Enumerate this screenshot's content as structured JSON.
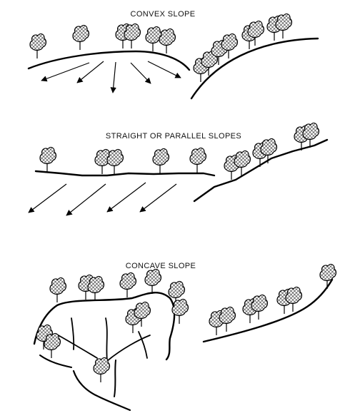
{
  "sections": {
    "convex": {
      "title": "CONVEX SLOPE"
    },
    "straight": {
      "title": "STRAIGHT OR PARALLEL SLOPES"
    },
    "concave": {
      "title": "CONCAVE SLOPE"
    }
  },
  "colors": {
    "ink": "#000000",
    "background": "#ffffff",
    "canopy_fill": "#d9d9d9"
  },
  "icons": {
    "tree": "tree-icon",
    "flow": "arrow-icon"
  }
}
